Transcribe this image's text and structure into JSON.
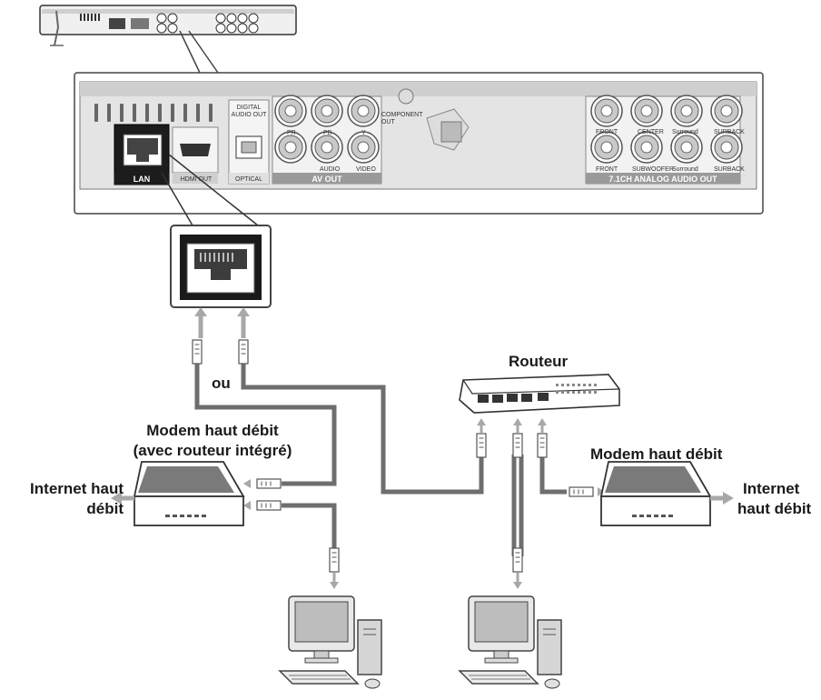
{
  "panel": {
    "lan": "LAN",
    "hdmi_out": "HDMI OUT",
    "digital_audio_out_1": "DIGITAL",
    "digital_audio_out_2": "AUDIO OUT",
    "optical": "OPTICAL",
    "av_out": "AV OUT",
    "audio": "AUDIO",
    "video": "VIDEO",
    "component_out_1": "COMPONENT",
    "component_out_2": "OUT",
    "pr": "PR",
    "pb": "PB",
    "y": "Y",
    "analog_out": "7.1CH ANALOG AUDIO OUT",
    "front_l": "FRONT",
    "center": "CENTER",
    "surround_l": "Surround",
    "surback_l": "SURBACK",
    "front_r": "FRONT",
    "subwoofer": "SUBWOOFER",
    "surround_r": "Surround",
    "surback_r": "SURBACK"
  },
  "labels": {
    "or": "ou",
    "router": "Routeur",
    "modem_router_1": "Modem haut débit",
    "modem_router_2": "(avec routeur intégré)",
    "modem": "Modem haut débit",
    "internet_left_1": "Internet haut",
    "internet_left_2": "débit",
    "internet_right_1": "Internet",
    "internet_right_2": "haut débit"
  },
  "icons": [
    "player-icon",
    "lan-port-icon",
    "router-icon",
    "modem-icon",
    "computer-icon",
    "ethernet-plug-icon"
  ]
}
